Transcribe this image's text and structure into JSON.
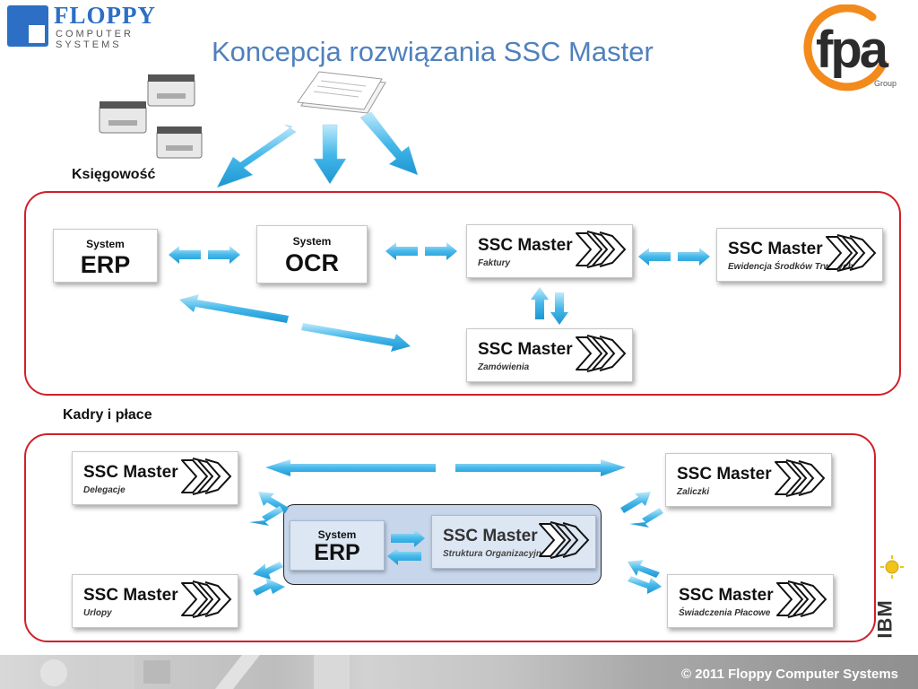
{
  "header": {
    "company_name": "FLOPPY",
    "company_line1": "COMPUTER",
    "company_line2": "SYSTEMS",
    "title": "Koncepcja rozwiązania SSC Master",
    "partner_logo": "fpa",
    "partner_group": "Group"
  },
  "sections": {
    "accounting": {
      "label": "Księgowość",
      "erp": {
        "small": "System",
        "big": "ERP"
      },
      "ocr": {
        "small": "System",
        "big": "OCR"
      },
      "invoices": {
        "title": "SSC Master",
        "subtitle": "Faktury"
      },
      "fixed_assets": {
        "title": "SSC Master",
        "subtitle": "Ewidencja Środków Trwałych"
      },
      "orders": {
        "title": "SSC Master",
        "subtitle": "Zamówienia"
      }
    },
    "hr": {
      "label": "Kadry i płace",
      "delegations": {
        "title": "SSC Master",
        "subtitle": "Delegacje"
      },
      "advances": {
        "title": "SSC Master",
        "subtitle": "Zaliczki"
      },
      "leaves": {
        "title": "SSC Master",
        "subtitle": "Urlopy"
      },
      "benefits": {
        "title": "SSC Master",
        "subtitle": "Świadczenia Płacowe"
      },
      "erp": {
        "small": "System",
        "big": "ERP"
      },
      "org_structure": {
        "title": "SSC Master",
        "subtitle": "Struktura Organizacyjna"
      }
    }
  },
  "footer": {
    "copyright": "© 2011 Floppy Computer Systems",
    "vendor": "IBM"
  },
  "colors": {
    "frame": "#d0202a",
    "arrow": "#45b8ea",
    "title": "#4f81bd",
    "fpa_ring": "#f28a1c"
  },
  "icons": [
    "printer-icon",
    "documents-icon",
    "ssc-logo-icon"
  ]
}
